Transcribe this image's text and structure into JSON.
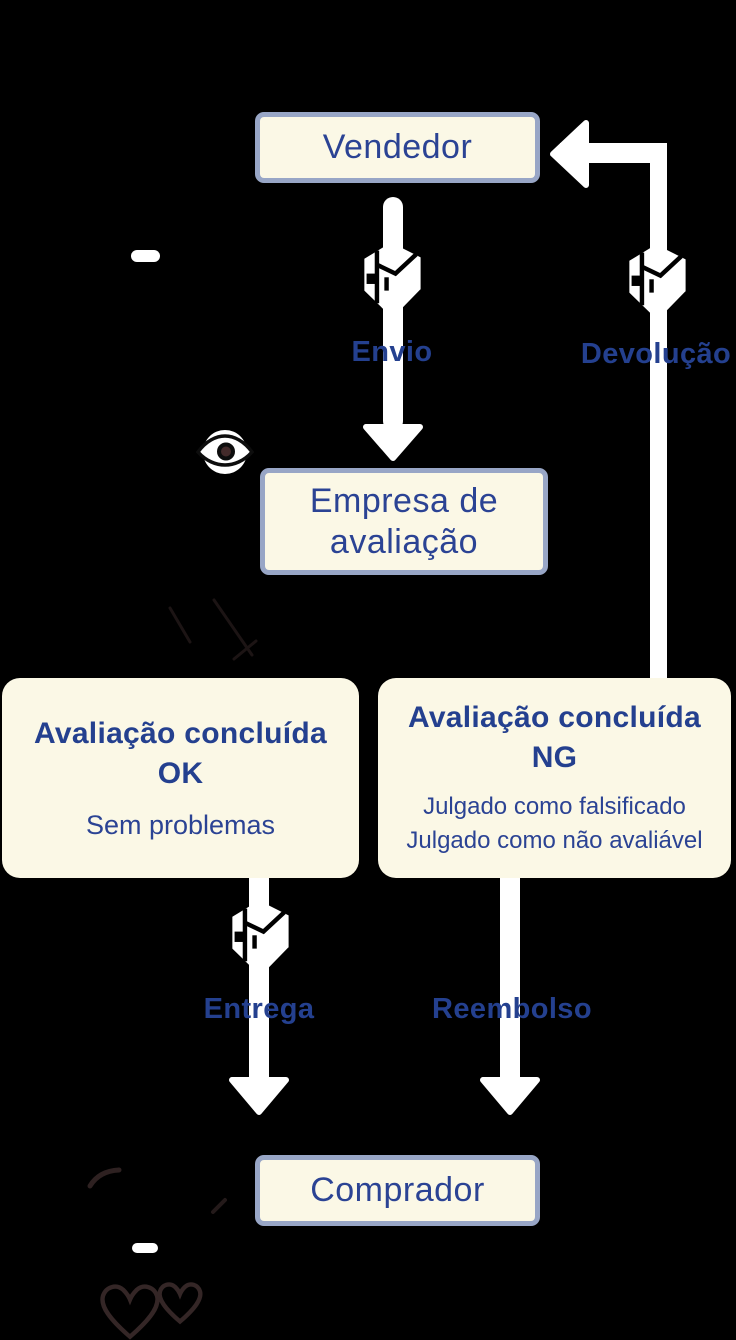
{
  "colors": {
    "background": "#000000",
    "box_fill": "#FBF8E6",
    "box_border": "#98A6C6",
    "text_blue": "#2B4394",
    "label_blue": "#24408F",
    "arrow_white": "#FFFFFF",
    "sketch_brown": "#2E2121",
    "pupil_maroon": "#432A2A"
  },
  "nodes": {
    "vendedor": {
      "label": "Vendedor"
    },
    "empresa": {
      "line1": "Empresa de",
      "line2": "avaliação"
    },
    "ok": {
      "title1": "Avaliação concluída",
      "title2": "OK",
      "note": "Sem problemas"
    },
    "ng": {
      "title1": "Avaliação concluída",
      "title2": "NG",
      "note1": "Julgado como falsificado",
      "note2": "Julgado como não avaliável"
    },
    "comprador": {
      "label": "Comprador"
    }
  },
  "flows": {
    "envio": {
      "label": "Envio"
    },
    "devolucao": {
      "label": "Devolução"
    },
    "entrega": {
      "label": "Entrega"
    },
    "reembolso": {
      "label": "Reembolso"
    }
  },
  "icons": {
    "package": "package-icon",
    "eye": "eye-icon",
    "heart_large": "heart-icon",
    "heart_small": "heart-icon",
    "closed_eye_top": "closed-eye-dash",
    "closed_eye_bottom": "closed-eye-dash"
  }
}
